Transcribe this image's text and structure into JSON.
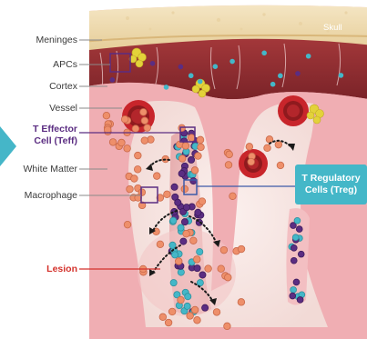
{
  "labels": {
    "skull": "Skull",
    "meninges": "Meninges",
    "apcs": "APCs",
    "cortex": "Cortex",
    "vessel": "Vessel",
    "teff_line1": "T Effector",
    "teff_line2": "Cell (Teff)",
    "white_matter": "White Matter",
    "macrophage": "Macrophage",
    "lesion": "Lesion",
    "treg_line1": "T Regulatory",
    "treg_line2": "Cells (Treg)"
  },
  "colors": {
    "teff": "#5b2d82",
    "treg": "#44b7c8",
    "lesion": "#d4322c",
    "bone": "#f0dcb4",
    "tissue": "#f2b7bb",
    "white_matter": "#f7e6e3",
    "vessel": "#c5262b",
    "apc": "#e3d23a",
    "macrophage": "#ee8f6a"
  }
}
